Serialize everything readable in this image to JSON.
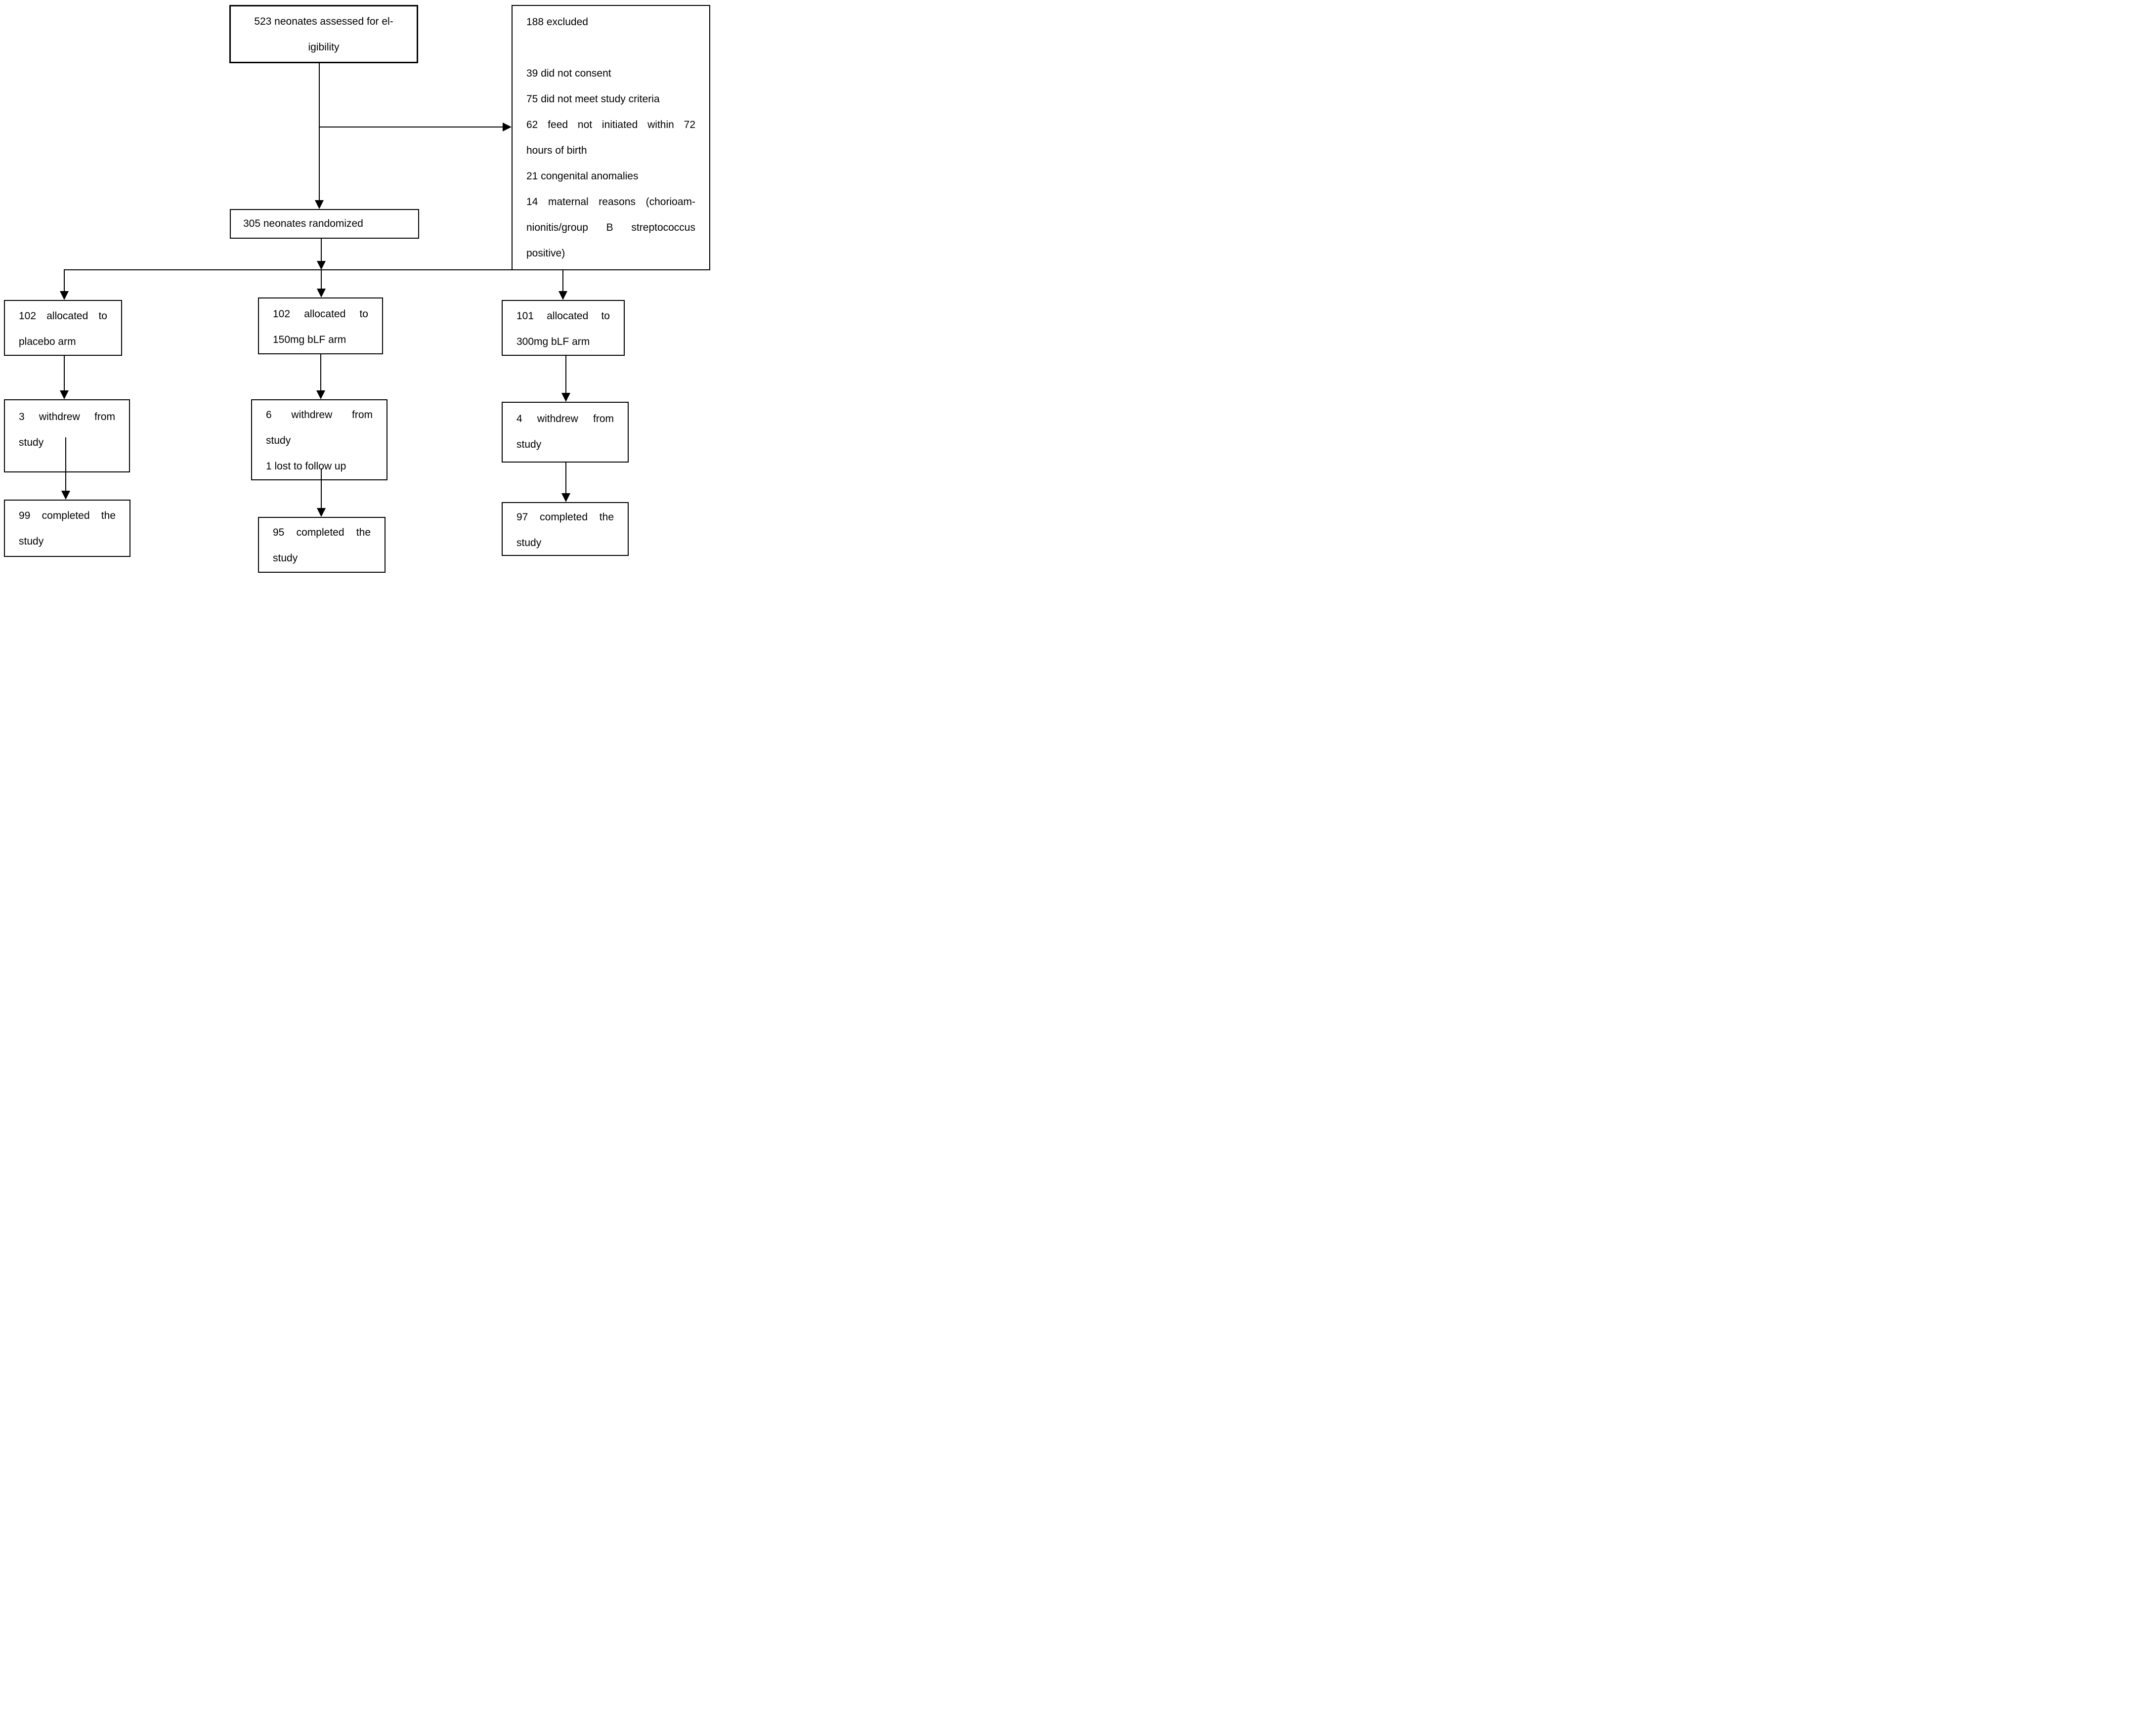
{
  "flow": {
    "assessed": {
      "line1": "523 neonates assessed for el-",
      "line2": "igibility"
    },
    "excluded": {
      "title": "188 excluded",
      "r1": "39 did not consent",
      "r2": "75 did not meet study criteria",
      "r3_line1": "62 feed not initiated within 72",
      "r3_line2": "hours of birth",
      "r4": "21 congenital anomalies",
      "r5_line1": "14 maternal reasons (chorioam-",
      "r5_line2": "nionitis/group B streptococcus",
      "r5_line3": "positive)"
    },
    "randomized": {
      "text": "305 neonates randomized"
    },
    "arms": [
      {
        "alloc_line1": "102 allocated to",
        "alloc_line2": "placebo arm",
        "wd_line1": "3 withdrew from",
        "wd_line2": "study",
        "comp_line1": "99 completed the",
        "comp_line2": "study"
      },
      {
        "alloc_line1": "102 allocated to",
        "alloc_line2": "150mg bLF arm",
        "wd_line1": "6 withdrew from",
        "wd_line2": "study",
        "wd_line3": "1 lost to follow up",
        "comp_line1": "95 completed the",
        "comp_line2": "study"
      },
      {
        "alloc_line1": "101 allocated to",
        "alloc_line2": "300mg bLF arm",
        "wd_line1": "4 withdrew from",
        "wd_line2": "study",
        "comp_line1": "97 completed the",
        "comp_line2": "study"
      }
    ]
  },
  "style": {
    "line_color": "#000000",
    "background": "#ffffff"
  }
}
